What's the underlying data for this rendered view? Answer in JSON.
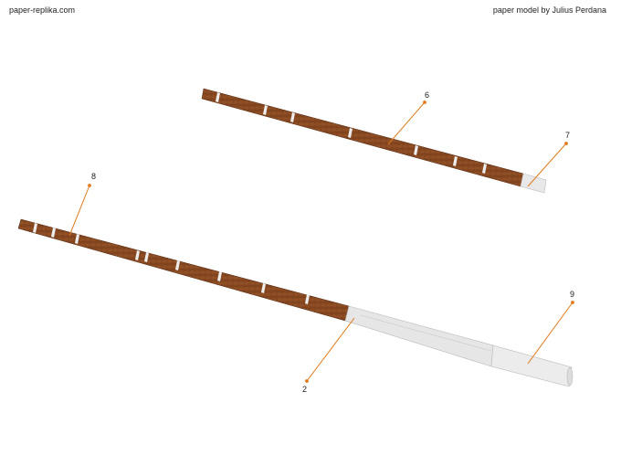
{
  "header": {
    "site": "paper-replika.com",
    "credit": "paper model by Julius Perdana"
  },
  "labels": {
    "l6": "6",
    "l7": "7",
    "l8": "8",
    "l9": "9",
    "l2": "2"
  },
  "colors": {
    "wood": "#8a4a22",
    "wood_dark": "#5e2f12",
    "band": "#e9e9e9",
    "metal": "#e6e6e6",
    "leader": "#e07a1a"
  }
}
